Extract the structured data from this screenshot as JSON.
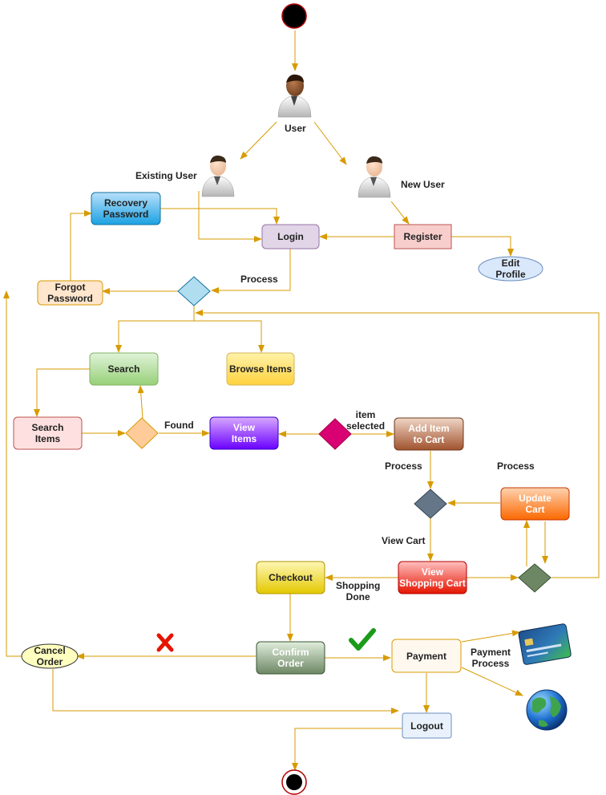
{
  "actors": {
    "user": "User",
    "existing_user": "Existing User",
    "new_user": "New User"
  },
  "nodes": {
    "recovery_password": "Recovery\nPassword",
    "login": "Login",
    "register": "Register",
    "edit_profile": "Edit\nProfile",
    "forgot_password": "Forgot\nPassword",
    "search": "Search",
    "browse_items": "Browse Items",
    "search_items": "Search\nItems",
    "view_items": "View\nItems",
    "add_item_to_cart": "Add Item\nto Cart",
    "update_cart": "Update\nCart",
    "checkout": "Checkout",
    "view_shopping_cart": "View\nShopping Cart",
    "cancel_order": "Cancel\nOrder",
    "confirm_order": "Confirm\nOrder",
    "payment": "Payment",
    "logout": "Logout"
  },
  "edge_labels": {
    "process_login": "Process",
    "found": "Found",
    "item_selected": "item\nselected",
    "process_add": "Process",
    "process_update": "Process",
    "view_cart": "View Cart",
    "shopping_done": "Shopping\nDone",
    "payment_process": "Payment\nProcess"
  },
  "colors": {
    "arrow": "#d79b00",
    "start_fill": "#000000",
    "start_border": "#b20000",
    "cancel_mark": "#e51400",
    "check_mark": "#1a9b1a"
  }
}
